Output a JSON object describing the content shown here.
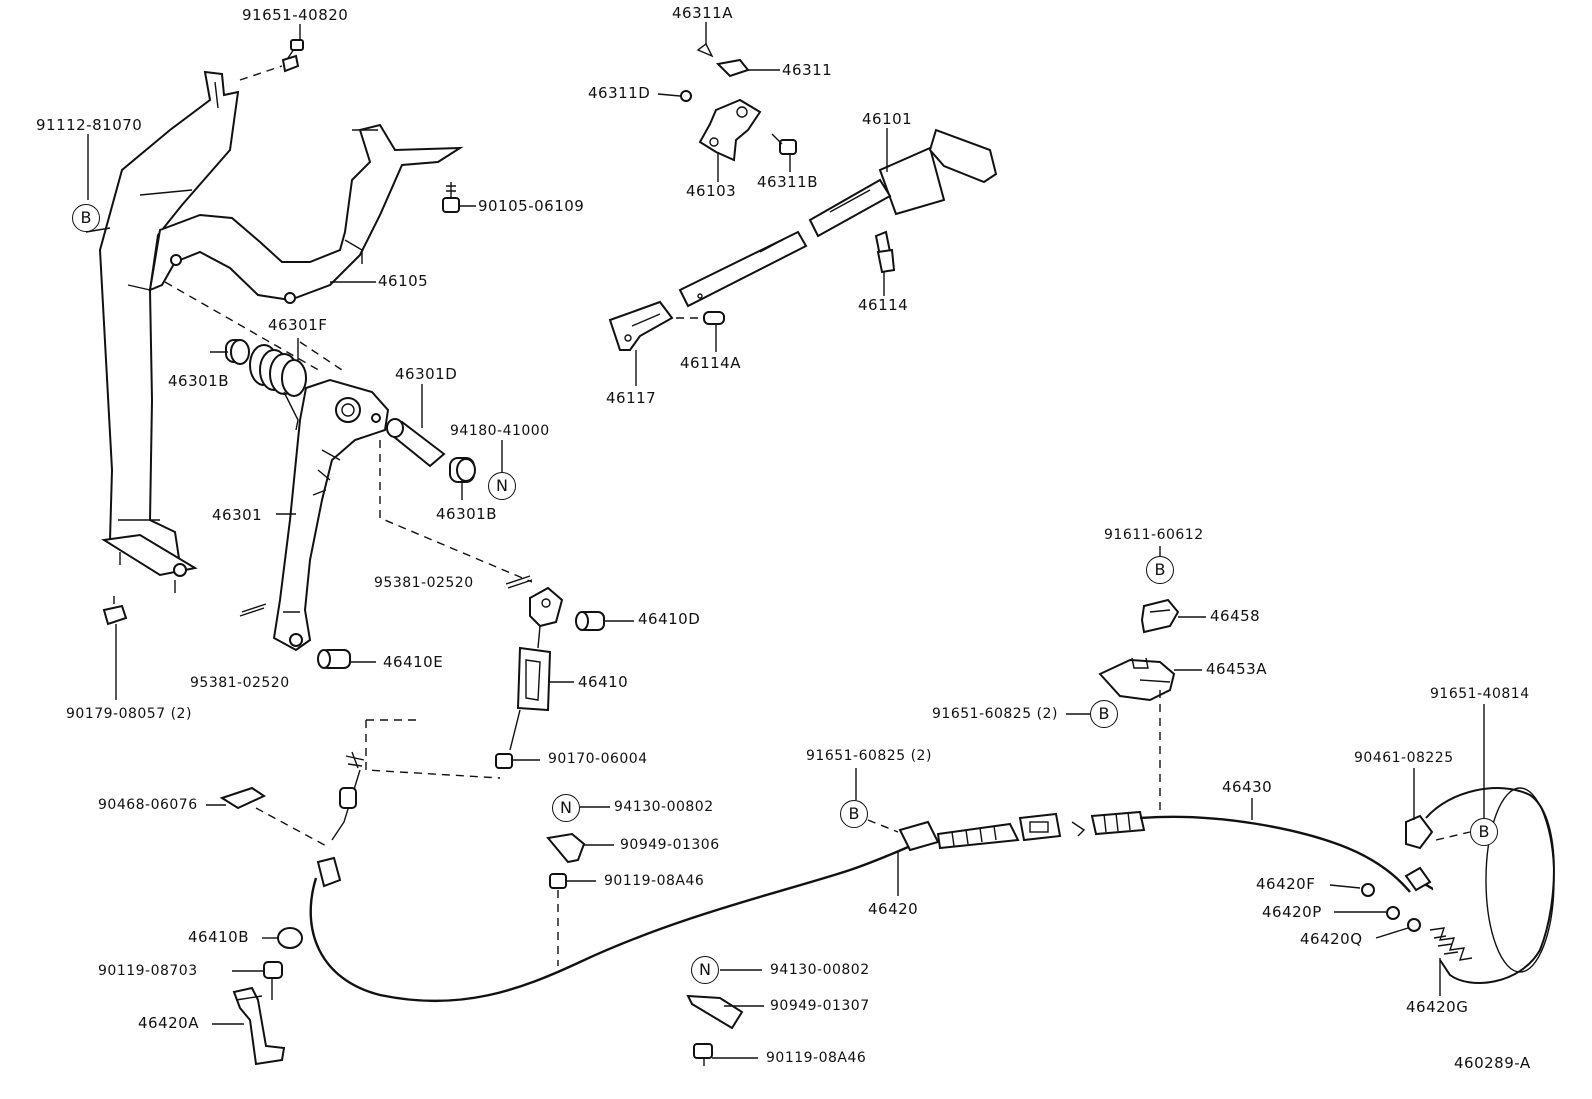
{
  "diagram_id": "460289-A",
  "markers": {
    "bolt": "B",
    "nut": "N"
  },
  "labels": {
    "p91651_40820": "91651-40820",
    "p91112_81070": "91112-81070",
    "p46311A": "46311A",
    "p46311": "46311",
    "p46311D": "46311D",
    "p46103": "46103",
    "p46311B": "46311B",
    "p46101": "46101",
    "p90105_06109": "90105-06109",
    "p46105": "46105",
    "p46301F": "46301F",
    "p46301B_top": "46301B",
    "p46301D": "46301D",
    "p94180_41000": "94180-41000",
    "p46301B_bot": "46301B",
    "p46301": "46301",
    "p46114": "46114",
    "p46114A": "46114A",
    "p46117": "46117",
    "p95381_02520_a": "95381-02520",
    "p46410D": "46410D",
    "p46410": "46410",
    "p95381_02520_b": "95381-02520",
    "p46410E": "46410E",
    "p90179_08057": "90179-08057 (2)",
    "p90170_06004": "90170-06004",
    "p90468_06076": "90468-06076",
    "p94130_00802_a": "94130-00802",
    "p90949_01306": "90949-01306",
    "p90119_08A46_a": "90119-08A46",
    "p46410B": "46410B",
    "p90119_08703": "90119-08703",
    "p46420A": "46420A",
    "p94130_00802_b": "94130-00802",
    "p90949_01307": "90949-01307",
    "p90119_08A46_b": "90119-08A46",
    "p91611_60612": "91611-60612",
    "p46458": "46458",
    "p46453A": "46453A",
    "p91651_60825_a": "91651-60825 (2)",
    "p91651_60825_b": "91651-60825 (2)",
    "p46420": "46420",
    "p46430": "46430",
    "p91651_40814": "91651-40814",
    "p90461_08225": "90461-08225",
    "p46420F": "46420F",
    "p46420P": "46420P",
    "p46420Q": "46420Q",
    "p46420G": "46420G"
  }
}
